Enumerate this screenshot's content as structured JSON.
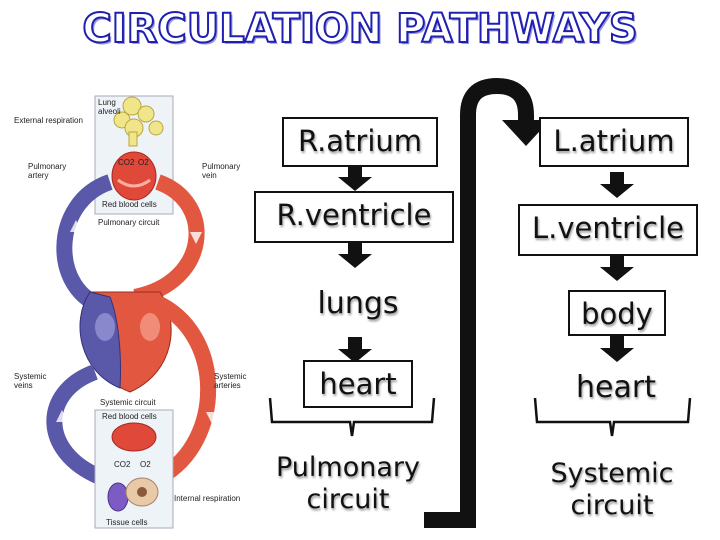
{
  "title": "CIRCULATION PATHWAYS",
  "pulmonary": {
    "steps": [
      "R.atrium",
      "R.ventricle",
      "lungs",
      "heart"
    ],
    "caption_line1": "Pulmonary",
    "caption_line2": "circuit"
  },
  "systemic": {
    "steps": [
      "L.atrium",
      "L.ventricle",
      "body",
      "heart"
    ],
    "caption_line1": "Systemic",
    "caption_line2": "circuit"
  },
  "figure": {
    "external_respiration": "External respiration",
    "lung_alveoli_1": "Lung",
    "lung_alveoli_2": "alveoli",
    "co2": "CO2",
    "o2": "O2",
    "pulmonary_artery_1": "Pulmonary",
    "pulmonary_artery_2": "artery",
    "pulmonary_vein_1": "Pulmonary",
    "pulmonary_vein_2": "vein",
    "red_blood_cells": "Red blood cells",
    "pulmonary_circuit": "Pulmonary circuit",
    "systemic_veins_1": "Systemic",
    "systemic_veins_2": "veins",
    "systemic_arteries_1": "Systemic",
    "systemic_arteries_2": "arteries",
    "systemic_circuit": "Systemic circuit",
    "red_blood_cells_2": "Red blood cells",
    "co2_b": "CO2",
    "o2_b": "O2",
    "internal_respiration": "Internal respiration",
    "tissue_cells": "Tissue cells"
  }
}
